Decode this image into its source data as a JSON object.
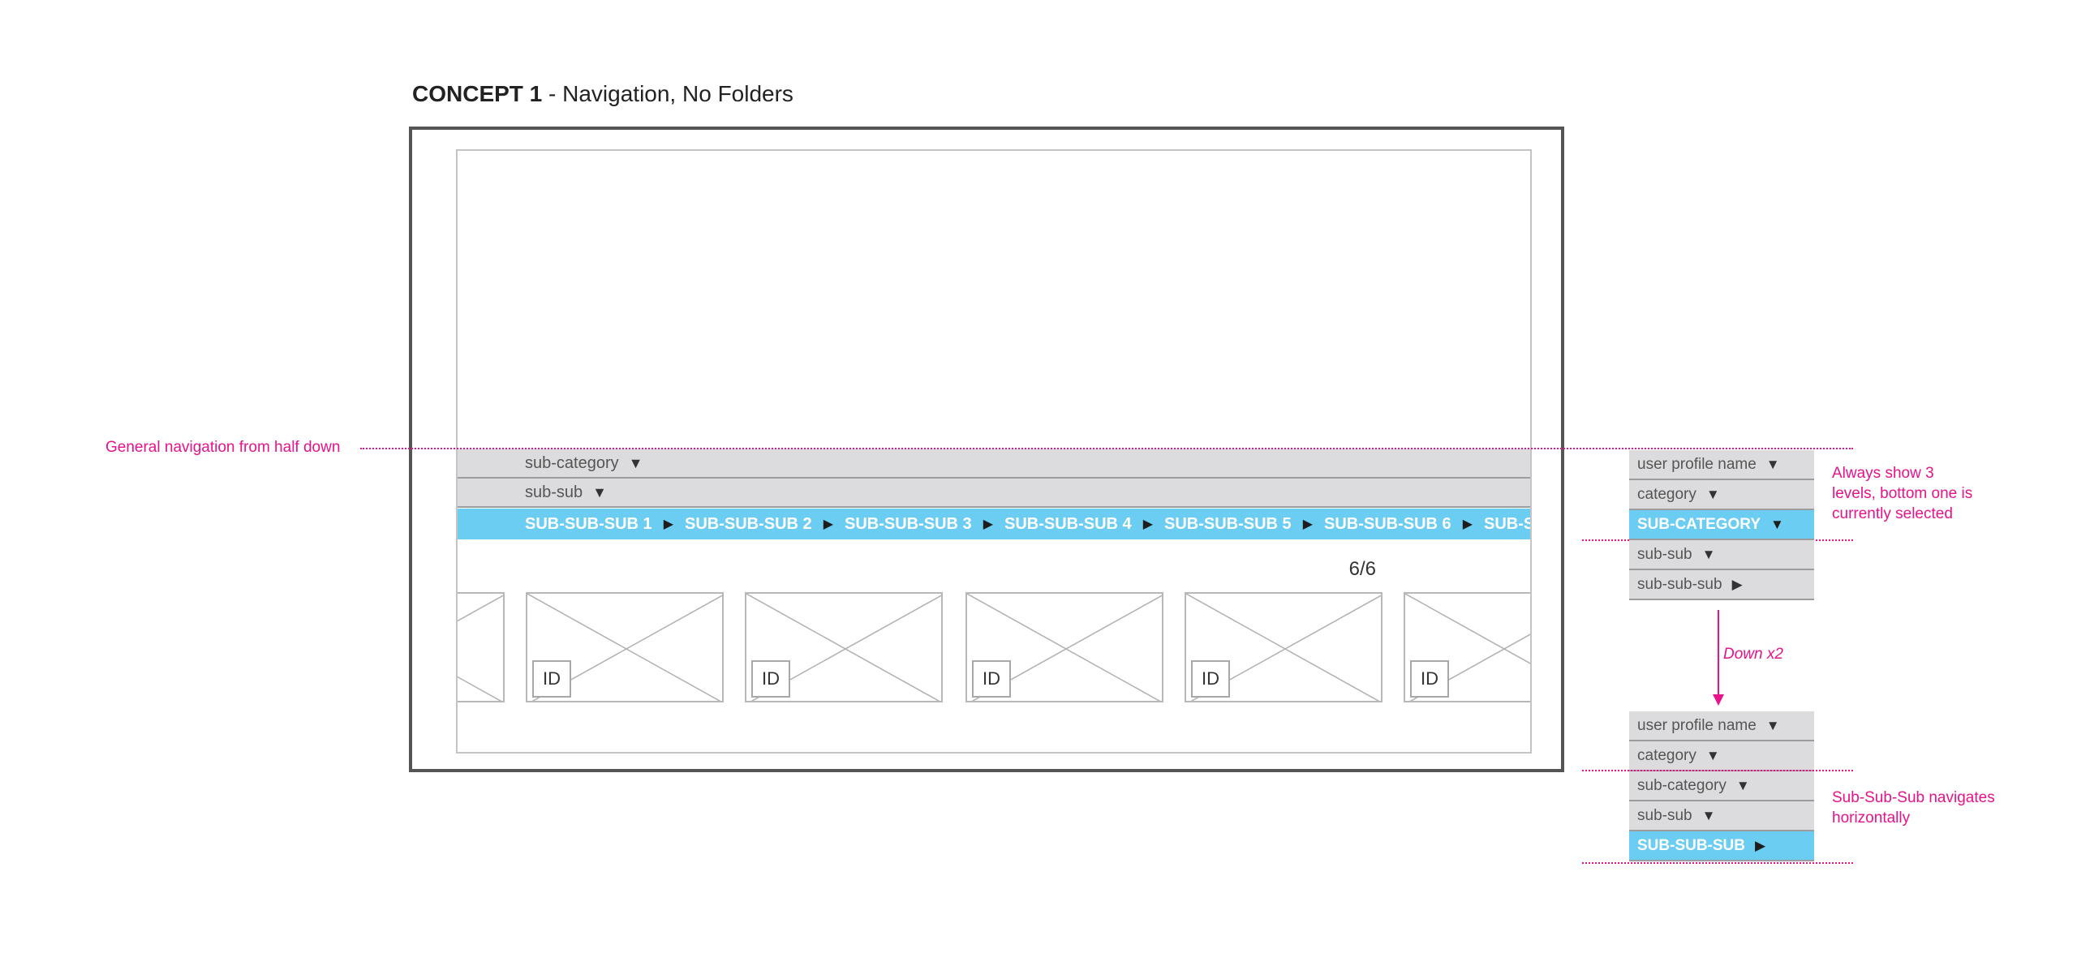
{
  "title": {
    "bold": "CONCEPT 1",
    "rest": " - Navigation, No Folders"
  },
  "screen": {
    "nav_rows": [
      {
        "label": "sub-category",
        "arrow": "▼"
      },
      {
        "label": "sub-sub",
        "arrow": "▼"
      }
    ],
    "breadcrumb": [
      "SUB-SUB-SUB 1",
      "SUB-SUB-SUB 2",
      "SUB-SUB-SUB 3",
      "SUB-SUB-SUB 4",
      "SUB-SUB-SUB 5",
      "SUB-SUB-SUB 6",
      "SUB-SUB-"
    ],
    "breadcrumb_separator": "▶",
    "counter": "6/6",
    "thumb_id_label": "ID",
    "thumbnail_count": 6
  },
  "annotations": {
    "left": "General navigation from half down",
    "top_right": [
      "Always show 3",
      "levels, bottom one is",
      "currently selected"
    ],
    "down_label": "Down x2",
    "bottom_right": [
      "Sub-Sub-Sub navigates",
      "horizontally"
    ]
  },
  "stack_top": [
    {
      "label": "user profile name",
      "arrow": "▼",
      "selected": false
    },
    {
      "label": "category",
      "arrow": "▼",
      "selected": false
    },
    {
      "label": "SUB-CATEGORY",
      "arrow": "▼",
      "selected": true
    },
    {
      "label": "sub-sub",
      "arrow": "▼",
      "selected": false
    },
    {
      "label": "sub-sub-sub",
      "arrow": "▶",
      "selected": false
    }
  ],
  "stack_bottom": [
    {
      "label": "user profile name",
      "arrow": "▼",
      "selected": false
    },
    {
      "label": "category",
      "arrow": "▼",
      "selected": false
    },
    {
      "label": "sub-category",
      "arrow": "▼",
      "selected": false
    },
    {
      "label": "sub-sub",
      "arrow": "▼",
      "selected": false
    },
    {
      "label": "SUB-SUB-SUB",
      "arrow": "▶",
      "selected": true
    }
  ],
  "colors": {
    "accent": "#6ccdf3",
    "annotation": "#e6138b",
    "row_bg": "#dcdcde",
    "frame": "#555555"
  }
}
